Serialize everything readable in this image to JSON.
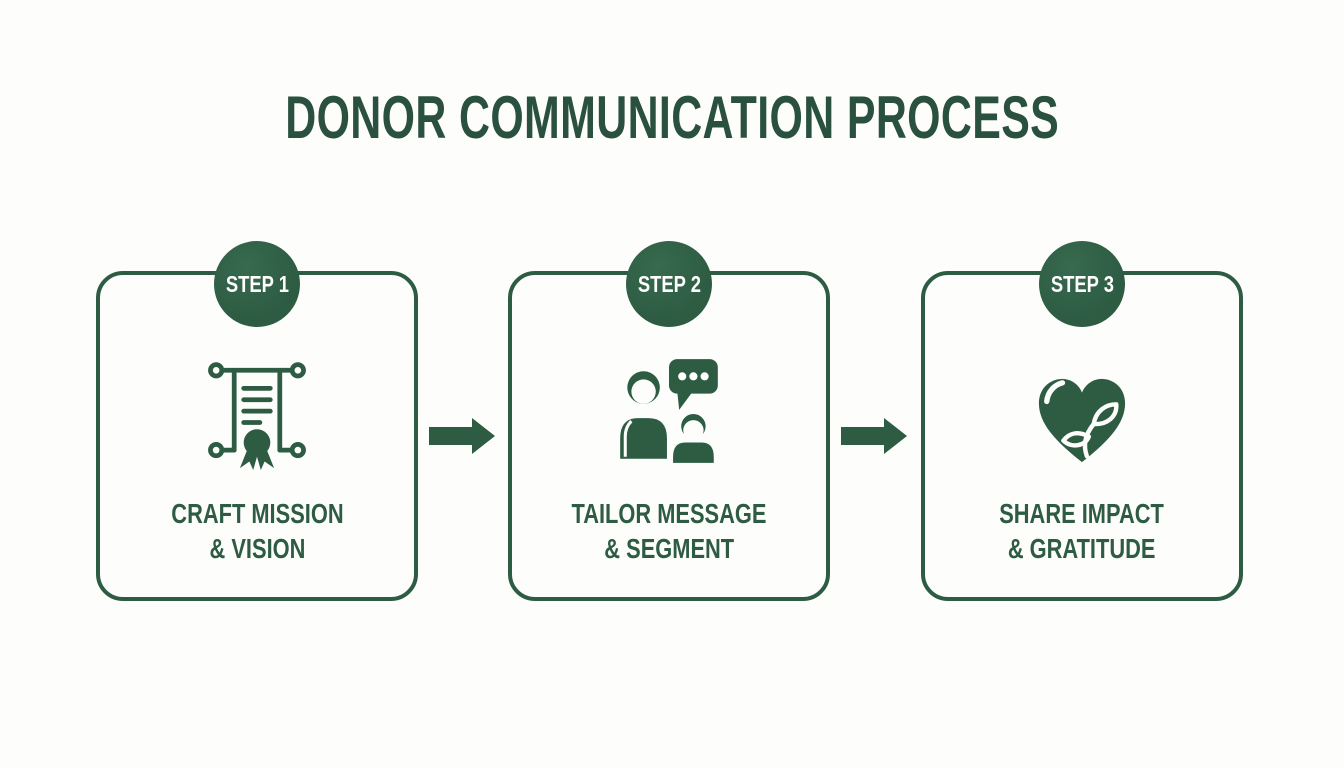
{
  "title": "DONOR COMMUNICATION PROCESS",
  "colors": {
    "green": "#2d5c43",
    "title_green": "#2a5140",
    "background": "#fdfdfc",
    "badge_text": "#ffffff"
  },
  "steps": [
    {
      "badge": "STEP 1",
      "icon": "scroll-certificate-icon",
      "label_line1": "CRAFT MISSION",
      "label_line2": "& VISION"
    },
    {
      "badge": "STEP 2",
      "icon": "people-conversation-icon",
      "label_line1": "TAILOR MESSAGE",
      "label_line2": "& SEGMENT"
    },
    {
      "badge": "STEP 3",
      "icon": "heart-sprout-icon",
      "label_line1": "SHARE IMPACT",
      "label_line2": "& GRATITUDE"
    }
  ],
  "arrows": [
    "arrow-right-icon",
    "arrow-right-icon"
  ]
}
